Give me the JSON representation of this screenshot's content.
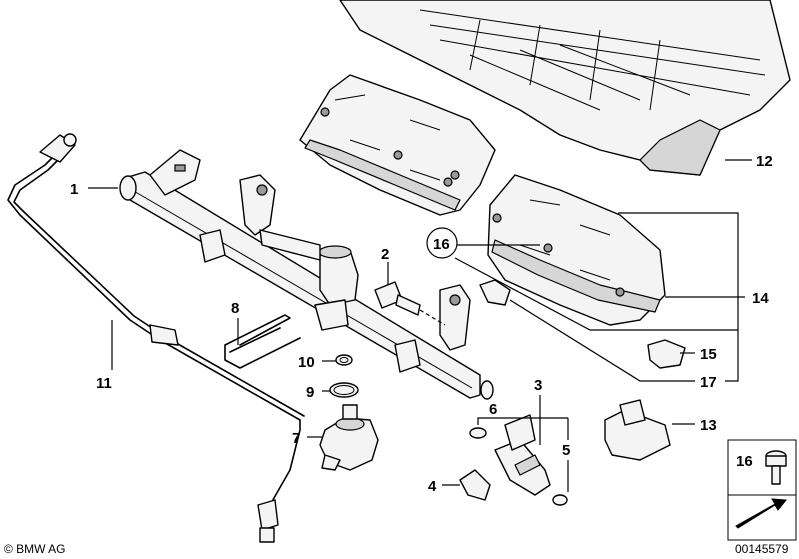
{
  "callouts": {
    "c1": "1",
    "c2": "2",
    "c3": "3",
    "c4": "4",
    "c5": "5",
    "c6": "6",
    "c7": "7",
    "c8": "8",
    "c9": "9",
    "c10": "10",
    "c11": "11",
    "c12": "12",
    "c13": "13",
    "c14": "14",
    "c15": "15",
    "c16": "16",
    "c16b": "16",
    "c17": "17"
  },
  "footer": {
    "copyright": "© BMW AG",
    "diagram_number": "00145579"
  }
}
